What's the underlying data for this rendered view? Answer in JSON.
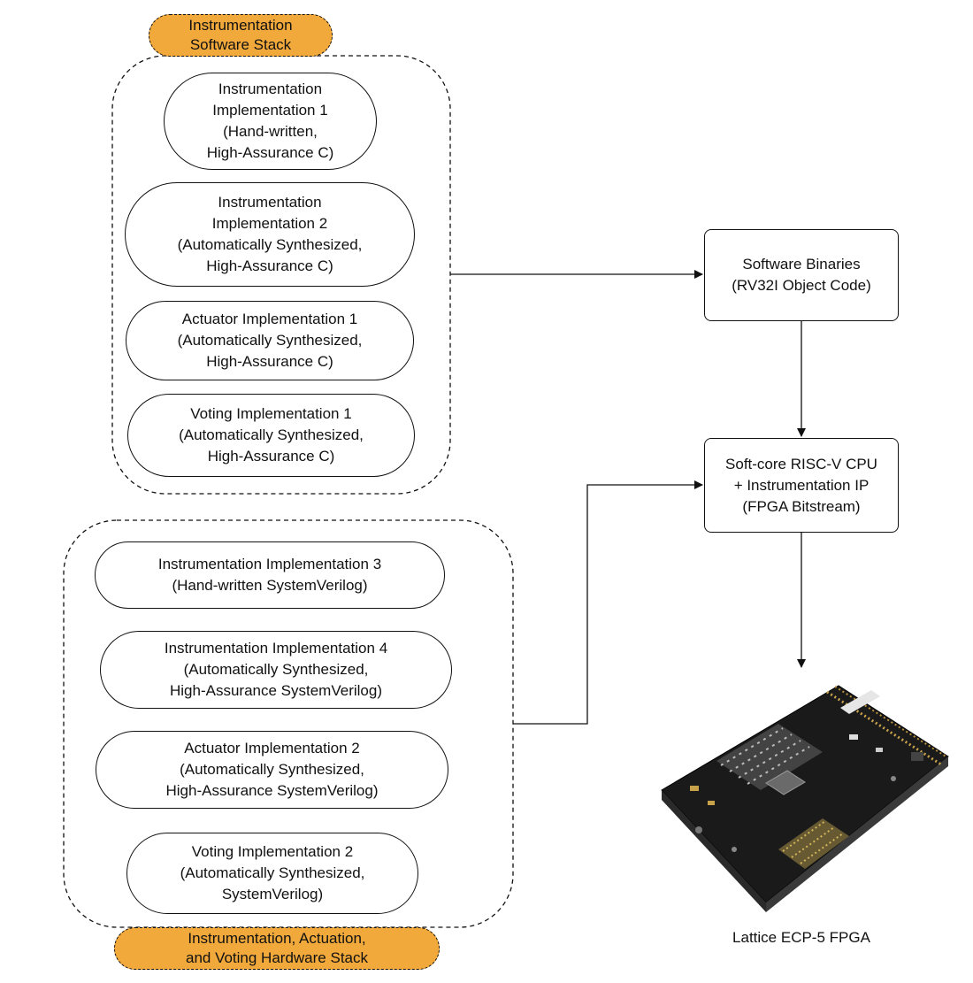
{
  "colors": {
    "accent": "#f2a93b",
    "stroke": "#111111",
    "board": "#1a1a1a"
  },
  "software_stack": {
    "title": "Instrumentation\nSoftware Stack",
    "items": [
      {
        "label": "Instrumentation\nImplementation 1\n(Hand-written,\nHigh-Assurance C)"
      },
      {
        "label": "Instrumentation\nImplementation 2\n(Automatically Synthesized,\nHigh-Assurance C)"
      },
      {
        "label": "Actuator Implementation 1\n(Automatically Synthesized,\nHigh-Assurance C)"
      },
      {
        "label": "Voting Implementation 1\n(Automatically Synthesized,\nHigh-Assurance C)"
      }
    ]
  },
  "hardware_stack": {
    "title": "Instrumentation, Actuation,\nand Voting Hardware Stack",
    "items": [
      {
        "label": "Instrumentation Implementation 3\n(Hand-written SystemVerilog)"
      },
      {
        "label": "Instrumentation Implementation 4\n(Automatically Synthesized,\nHigh-Assurance SystemVerilog)"
      },
      {
        "label": "Actuator Implementation 2\n(Automatically Synthesized,\nHigh-Assurance SystemVerilog)"
      },
      {
        "label": "Voting Implementation 2\n(Automatically Synthesized,\nSystemVerilog)"
      }
    ]
  },
  "software_binaries": {
    "label": "Software Binaries\n(RV32I Object Code)"
  },
  "cpu": {
    "label": "Soft-core RISC-V CPU\n+ Instrumentation IP\n(FPGA Bitstream)"
  },
  "fpga": {
    "caption": "Lattice ECP-5 FPGA",
    "image_icon": "fpga-board-icon"
  }
}
